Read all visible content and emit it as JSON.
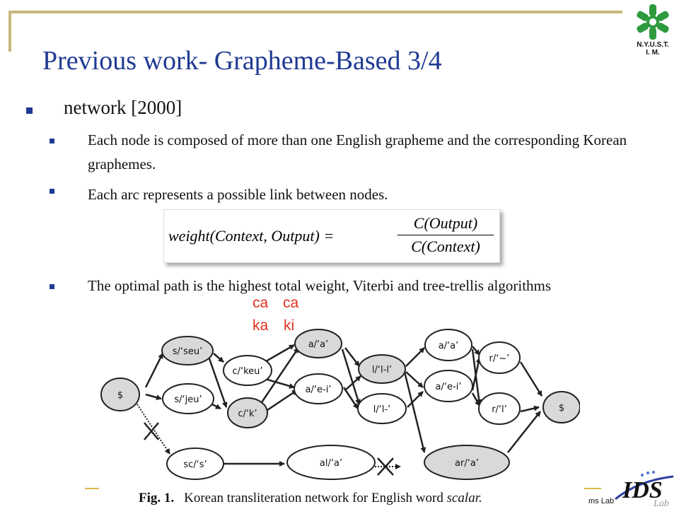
{
  "header": {
    "title": "Previous work- Grapheme-Based 3/4",
    "logo_line1": "N.Y.U.S.T.",
    "logo_line2": "I. M."
  },
  "bullets": {
    "level1": "network [2000]",
    "items": [
      "Each node is composed of more than one English grapheme and the corresponding Korean graphemes.",
      "Each arc represents a possible link between nodes.",
      "The optimal path is the highest total weight, Viterbi and tree-trellis algorithms"
    ]
  },
  "formula": {
    "left": "weight(Context, Output) =",
    "numerator": "C(Output)",
    "denominator": "C(Context)"
  },
  "annotations": [
    "ca",
    "ca",
    "ka",
    "ki"
  ],
  "diagram": {
    "nodes": [
      "$",
      "s/‘seu’",
      "s/‘jeu’",
      "c/‘keu’",
      "c/‘k’",
      "a/‘a’",
      "a/‘e-i’",
      "l/‘l-l’",
      "l/‘l-’",
      "a/‘a’",
      "a/‘e-i’",
      "r/‘~’",
      "r/‘l’",
      "$",
      "sc/‘s’",
      "al/‘a’",
      "ar/‘a’"
    ]
  },
  "caption": {
    "label": "Fig. 1.",
    "text": "Korean transliteration network for English word ",
    "word": "scalar."
  },
  "footer": {
    "lab": "ms Lab",
    "logo": "IDS",
    "logo_sub": "Lab"
  },
  "colors": {
    "title": "#1f3a93",
    "annotation": "#e0301e",
    "frame": "#c8b87a",
    "node_shaded": "#d9d9d9"
  }
}
